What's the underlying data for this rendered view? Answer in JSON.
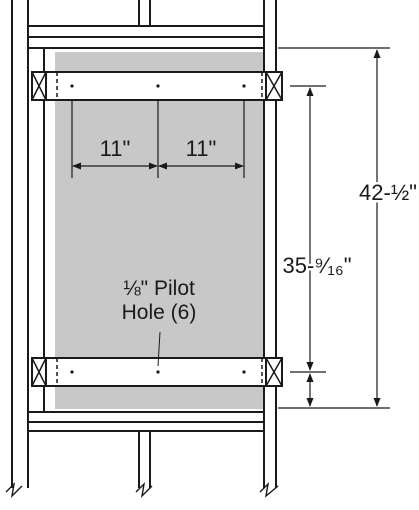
{
  "diagram": {
    "dim_spacing_left": "11\"",
    "dim_spacing_right": "11\"",
    "dim_total_height": "42-½\"",
    "dim_rail_spacing": "35-⁹⁄₁₆\"",
    "pilot_label_line1": "⅛\" Pilot",
    "pilot_label_line2": "Hole (6)",
    "colors": {
      "panel_fill": "#c8c8c8",
      "line": "#1a1a1a",
      "background": "#ffffff"
    }
  }
}
